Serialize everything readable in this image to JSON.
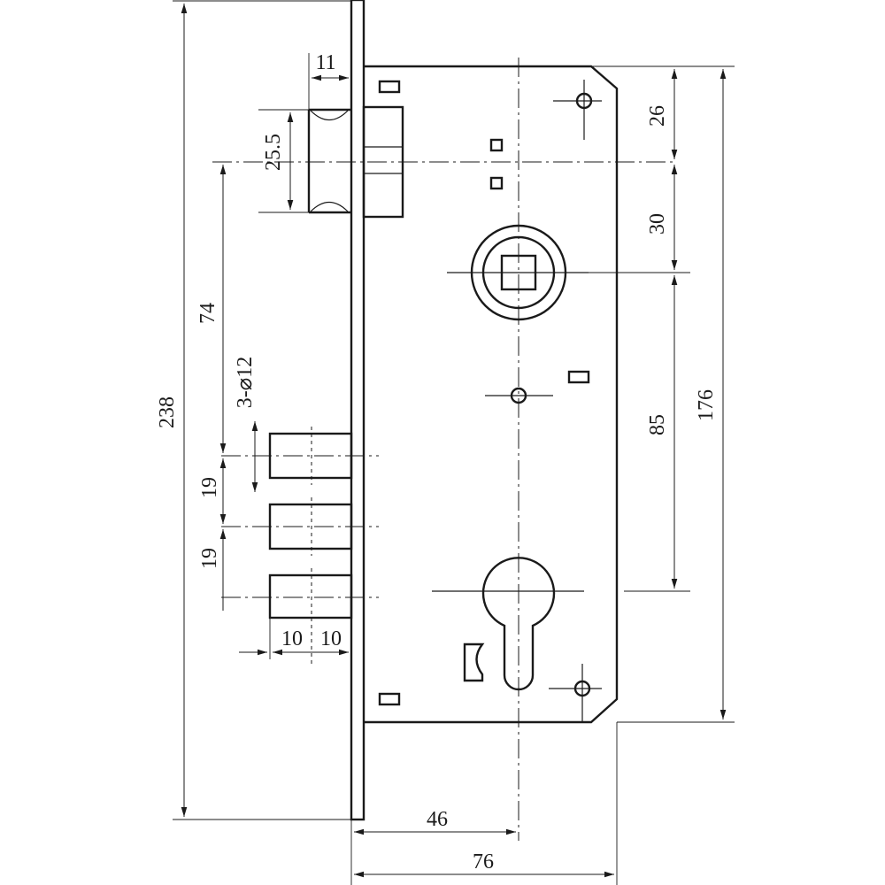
{
  "dimensions": {
    "latch_width": "11",
    "latch_height": "25.5",
    "top_to_spindle": "26",
    "spindle_to_marker": "30",
    "marker_to_cylinder": "85",
    "total_case_height": "176",
    "faceplate_height": "238",
    "backset_to_bolt": "74",
    "bolt_diameter": "3-⌀12",
    "bolt_pitch_1": "19",
    "bolt_pitch_2": "19",
    "bolt_throw_1": "10",
    "bolt_throw_2": "10",
    "backset": "46",
    "case_depth": "76"
  }
}
